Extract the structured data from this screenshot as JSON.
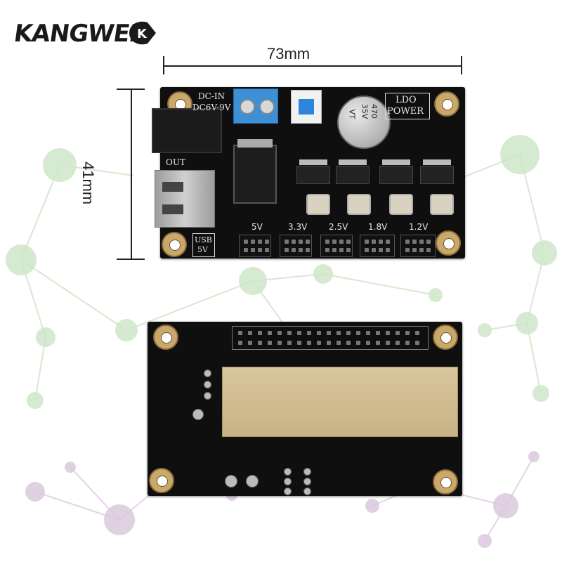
{
  "brand": {
    "name": "KANGWEI",
    "logo_letters": "K"
  },
  "dimensions": {
    "width_label": "73mm",
    "height_label": "41mm"
  },
  "board_front": {
    "input_label": "DC-IN",
    "input_range": "DC6V-9V",
    "output_label": "OUT",
    "usb_label_line1": "USB",
    "usb_label_line2": "5V",
    "ldo_title_line1": "LDO",
    "ldo_title_line2": "POWER",
    "capacitor_text_line1": "470",
    "capacitor_text_line2": "35V",
    "capacitor_text_line3": "VT",
    "rail_labels": [
      "5V",
      "3.3V",
      "2.5V",
      "1.8V",
      "1.2V"
    ]
  },
  "colors": {
    "pcb": "#0f0f10",
    "terminal_block": "#3d8fd6",
    "button": "#2d86d9",
    "pads": "#c9a86a",
    "usb_metal": "#b8b8b8",
    "background_network_green": "#cfe6c9",
    "background_network_purple": "#dbc9de"
  }
}
